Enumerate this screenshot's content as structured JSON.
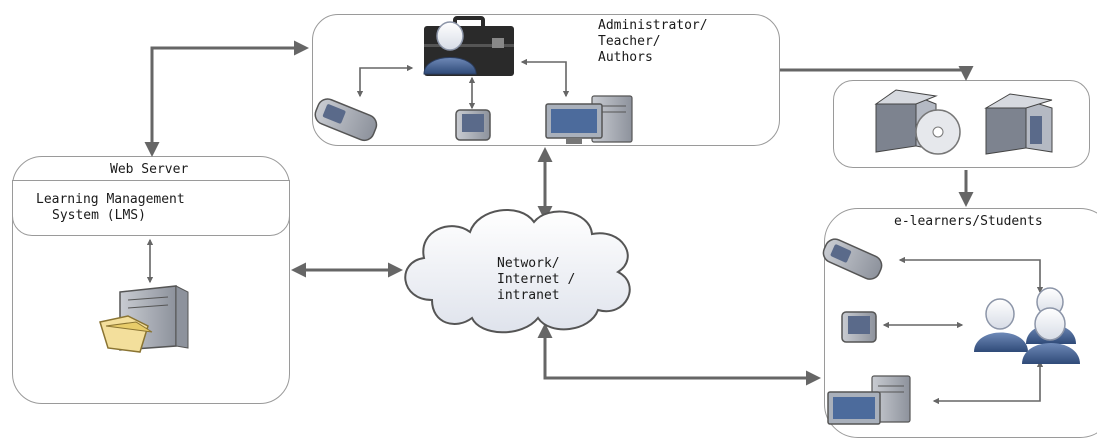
{
  "admin_box": {
    "label_line1": "Administrator/",
    "label_line2": "Teacher/",
    "label_line3": "Authors"
  },
  "web_server_box": {
    "title": "Web Server",
    "lms_line1": "Learning Management",
    "lms_line2": "System (LMS)"
  },
  "network": {
    "line1": "Network/",
    "line2": "Internet /",
    "line3": "intranet"
  },
  "students_box": {
    "label": "e-learners/Students"
  },
  "colors": {
    "arrow": "#666666",
    "border": "#9a9a9a",
    "person_blue": "#3d5a8c",
    "cloud_fill": "#eef0f5"
  },
  "icons": [
    "briefcase-icon",
    "teacher-person-icon",
    "mobile-phone-icon",
    "pda-icon",
    "desktop-computer-icon",
    "software-box-cd-icon",
    "software-box-icon",
    "server-icon",
    "folder-icon",
    "student-group-icon",
    "cloud-icon"
  ]
}
